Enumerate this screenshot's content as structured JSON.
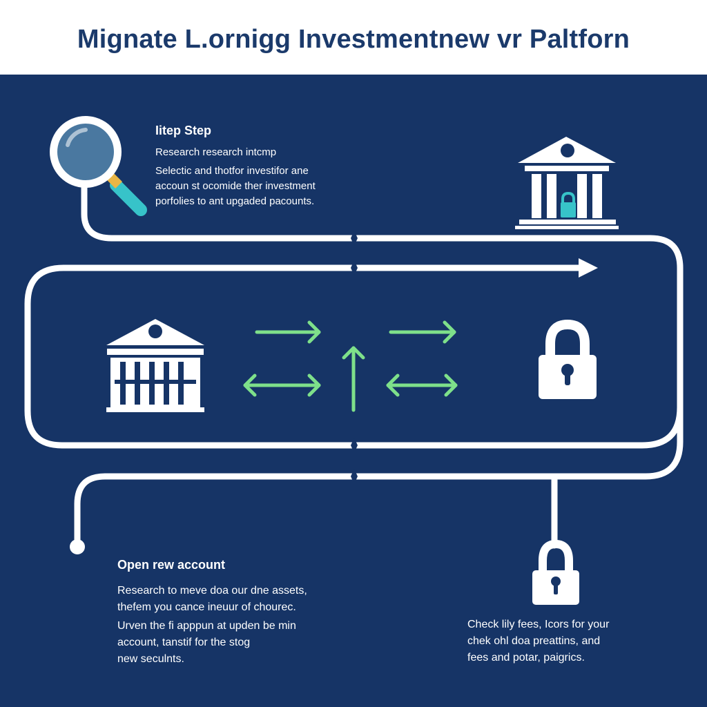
{
  "title": "Mignate L.ornigg Investmentnew vr Paltforn",
  "step1": {
    "heading": "Iitep Step",
    "subheading": "Research research intcmp",
    "body_lines": [
      "Selectic and thotfor investifor ane",
      "accoun st ocomide ther investment",
      "porfolies to ant upgaded pacounts."
    ]
  },
  "step2": {
    "heading": "Open rew account",
    "para1_lines": [
      "Research to meve doa our dne assets,",
      "thefem you cance ineuur of chourec."
    ],
    "para2_lines": [
      "Urven the fi apppun at upden be min",
      "account, tanstif for the stog",
      "new seculnts."
    ]
  },
  "step3": {
    "body_lines": [
      "Check lily fees, Icors for your",
      "chek ohl doa preattins, and",
      "fees and potar, paigrics."
    ]
  },
  "colors": {
    "background": "#163466",
    "header_bg": "#ffffff",
    "title": "#1b3a6b",
    "line": "#ffffff",
    "arrow": "#7ee08a",
    "lens": "#4a78a0",
    "handle": "#37c3c9"
  },
  "icons": [
    "magnifier-icon",
    "bank-icon",
    "transfer-arrow-icon",
    "up-arrow-icon",
    "lock-icon"
  ]
}
